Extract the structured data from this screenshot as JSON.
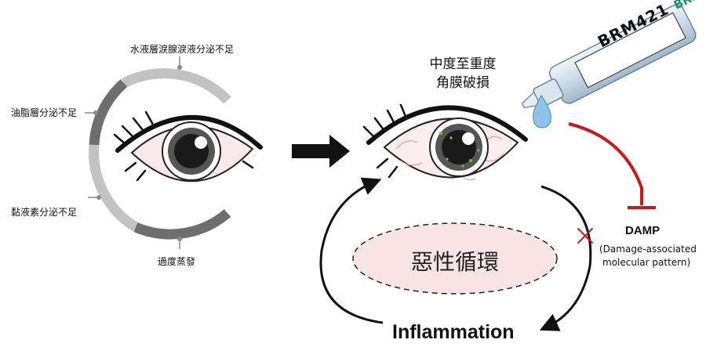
{
  "left_diagram": {
    "causes": {
      "aqueous": "水液層淚腺淚液分泌不足",
      "lipid": "油脂層分泌不足",
      "mucin": "黏液素分泌不足",
      "evaporation": "過度蒸發"
    }
  },
  "right_diagram": {
    "damage_line1": "中度至重度",
    "damage_line2": "角膜破損",
    "cycle_label": "惡性循環",
    "inflammation": "Inflammation",
    "damp_title": "DAMP",
    "damp_line1": "(Damage-associated",
    "damp_line2": "molecular pattern)",
    "drug_name": "BRM421",
    "drug_brand": "BRIM"
  },
  "colors": {
    "arc_dark": "#6e6e6e",
    "arc_light": "#c2c2c2",
    "inhibit_red": "#c8191e",
    "cycle_fill": "#f8e4e4",
    "drop_blue": "#8fc3e8"
  }
}
